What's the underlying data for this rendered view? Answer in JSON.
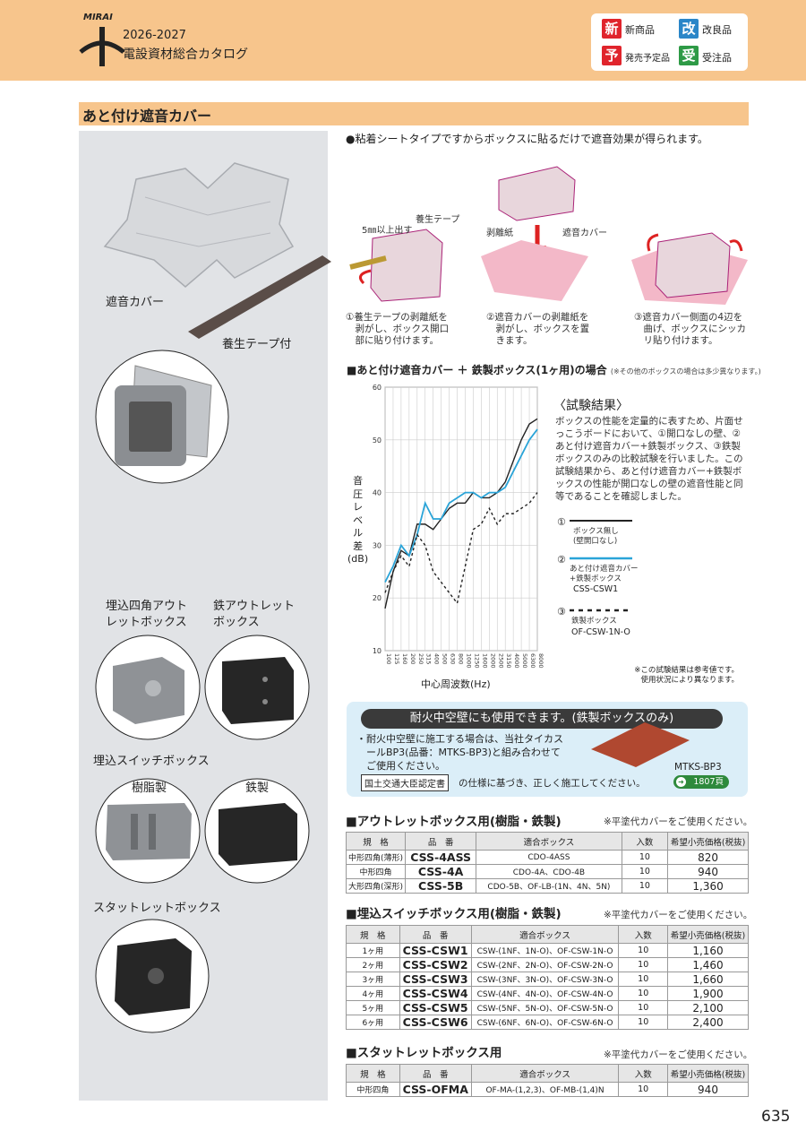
{
  "header": {
    "brand": "MIRAI",
    "year": "2026-2027",
    "catalog": "電設資材総合カタログ",
    "legend": [
      {
        "badge": "新",
        "label": "新商品",
        "color": "#e0242c"
      },
      {
        "badge": "改",
        "label": "改良品",
        "color": "#2a86c8"
      },
      {
        "badge": "予",
        "label": "発売予定品",
        "color": "#e0242c"
      },
      {
        "badge": "受",
        "label": "受注品",
        "color": "#2e9a46"
      }
    ]
  },
  "section_title": "あと付け遮音カバー",
  "photos": {
    "cover_label": "遮音カバー",
    "tape_label": "養生テープ付",
    "outlet_square": "埋込四角アウト\nレットボックス",
    "outlet_iron": "鉄アウトレット\nボックス",
    "switch_box": "埋込スイッチボックス",
    "resin": "樹脂製",
    "iron": "鉄製",
    "stud_box": "スタットレットボックス"
  },
  "intro": "●粘着シートタイプですからボックスに貼るだけで遮音効果が得られます。",
  "steps": {
    "labels": {
      "margin": "5㎜以上出す",
      "tape": "養生テープ",
      "release": "剥離紙",
      "cover": "遮音カバー"
    },
    "captions": [
      "①養生テープの剥離紙を\n　剥がし、ボックス開口\n　部に貼り付けます。",
      "②遮音カバーの剥離紙を\n　剥がし、ボックスを置\n　きます。",
      "③遮音カバー側面の4辺を\n　曲げ、ボックスにシッカ\n　リ貼り付けます。"
    ]
  },
  "graph": {
    "title": "■あと付け遮音カバー ＋ 鉄製ボックス(1ヶ用)の場合",
    "note": "(※その他のボックスの場合は多少異なります。)",
    "ylabel": "音\n圧\nレ\nベ\nル\n差\n(dB)",
    "xlabel": "中心周波数(Hz)",
    "result_title": "〈試験結果〉",
    "result_text": "ボックスの性能を定量的に表すため、片面せっこうボードにおいて、①開口なしの壁、②あと付け遮音カバー+鉄製ボックス、③鉄製ボックスのみの比較試験を行いました。この試験結果から、あと付け遮音カバー+鉄製ボックスの性能が開口なしの壁の遮音性能と同等であることを確認しました。",
    "legend": [
      {
        "num": "①",
        "text": "ボックス無し\n(壁開口なし)",
        "code": ""
      },
      {
        "num": "②",
        "text": "あと付け遮音カバー\n+鉄製ボックス",
        "code": "CSS-CSW1"
      },
      {
        "num": "③",
        "text": "鉄製ボックス",
        "code": "OF-CSW-1N-O"
      }
    ],
    "footnote": "※この試験結果は参考値です。\n使用状況により異なります。"
  },
  "chart_data": {
    "type": "line",
    "xlabel": "中心周波数(Hz)",
    "ylabel": "音圧レベル差(dB)",
    "ylim": [
      10,
      60
    ],
    "yticks": [
      10,
      20,
      30,
      40,
      50,
      60
    ],
    "x": [
      "100",
      "125",
      "160",
      "200",
      "250",
      "315",
      "400",
      "500",
      "630",
      "800",
      "1000",
      "1250",
      "1600",
      "2000",
      "2500",
      "3150",
      "4000",
      "5000",
      "6300",
      "8000"
    ],
    "series": [
      {
        "name": "①",
        "color": "#222222",
        "dash": "",
        "values": [
          18,
          25,
          29,
          28,
          34,
          34,
          33,
          35,
          37,
          38,
          38,
          40,
          39,
          39,
          40,
          42,
          46,
          50,
          53,
          54
        ]
      },
      {
        "name": "②",
        "color": "#2aa4d8",
        "dash": "",
        "values": [
          23,
          26,
          30,
          28,
          32,
          38,
          35,
          35,
          38,
          39,
          40,
          40,
          39,
          40,
          40,
          41,
          44,
          47,
          50,
          52
        ]
      },
      {
        "name": "③",
        "color": "#222222",
        "dash": "3,3",
        "values": [
          21,
          25,
          28,
          26,
          32,
          30,
          25,
          23,
          21,
          19,
          26,
          33,
          34,
          37,
          34,
          36,
          36,
          37,
          38,
          40
        ]
      }
    ]
  },
  "fire": {
    "head": "耐火中空壁にも使用できます。(鉄製ボックスのみ)",
    "text": "・耐火中空壁に施工する場合は、当社タイカス\n　ールBP3(品番：MTKS-BP3)と組み合わせて\n　ご使用ください。",
    "cert": "国土交通大臣認定書",
    "cert_text": "の仕様に基づき、正しく施工してください。",
    "product": "MTKS-BP3",
    "page_ref": "1807頁"
  },
  "tables": [
    {
      "title": "■アウトレットボックス用(樹脂・鉄製)",
      "note": "※平塗代カバーをご使用ください。",
      "headers": [
        "規　格",
        "品　番",
        "適合ボックス",
        "入数",
        "希望小売価格(税抜)"
      ],
      "rows": [
        [
          "中形四角(薄形)",
          "CSS-4ASS",
          "CDO-4ASS",
          "10",
          "820"
        ],
        [
          "中形四角",
          "CSS-4A",
          "CDO-4A、CDO-4B",
          "10",
          "940"
        ],
        [
          "大形四角(深形)",
          "CSS-5B",
          "CDO-5B、OF-LB-(1N、4N、5N)",
          "10",
          "1,360"
        ]
      ]
    },
    {
      "title": "■埋込スイッチボックス用(樹脂・鉄製)",
      "note": "※平塗代カバーをご使用ください。",
      "headers": [
        "規　格",
        "品　番",
        "適合ボックス",
        "入数",
        "希望小売価格(税抜)"
      ],
      "rows": [
        [
          "1ヶ用",
          "CSS-CSW1",
          "CSW-(1NF、1N-O)、OF-CSW-1N-O",
          "10",
          "1,160"
        ],
        [
          "2ヶ用",
          "CSS-CSW2",
          "CSW-(2NF、2N-O)、OF-CSW-2N-O",
          "10",
          "1,460"
        ],
        [
          "3ヶ用",
          "CSS-CSW3",
          "CSW-(3NF、3N-O)、OF-CSW-3N-O",
          "10",
          "1,660"
        ],
        [
          "4ヶ用",
          "CSS-CSW4",
          "CSW-(4NF、4N-O)、OF-CSW-4N-O",
          "10",
          "1,900"
        ],
        [
          "5ヶ用",
          "CSS-CSW5",
          "CSW-(5NF、5N-O)、OF-CSW-5N-O",
          "10",
          "2,100"
        ],
        [
          "6ヶ用",
          "CSS-CSW6",
          "CSW-(6NF、6N-O)、OF-CSW-6N-O",
          "10",
          "2,400"
        ]
      ]
    },
    {
      "title": "■スタットレットボックス用",
      "note": "※平塗代カバーをご使用ください。",
      "headers": [
        "規　格",
        "品　番",
        "適合ボックス",
        "入数",
        "希望小売価格(税抜)"
      ],
      "rows": [
        [
          "中形四角",
          "CSS-OFMA",
          "OF-MA-(1,2,3)、OF-MB-(1,4)N",
          "10",
          "940"
        ]
      ]
    }
  ],
  "page_number": "635"
}
